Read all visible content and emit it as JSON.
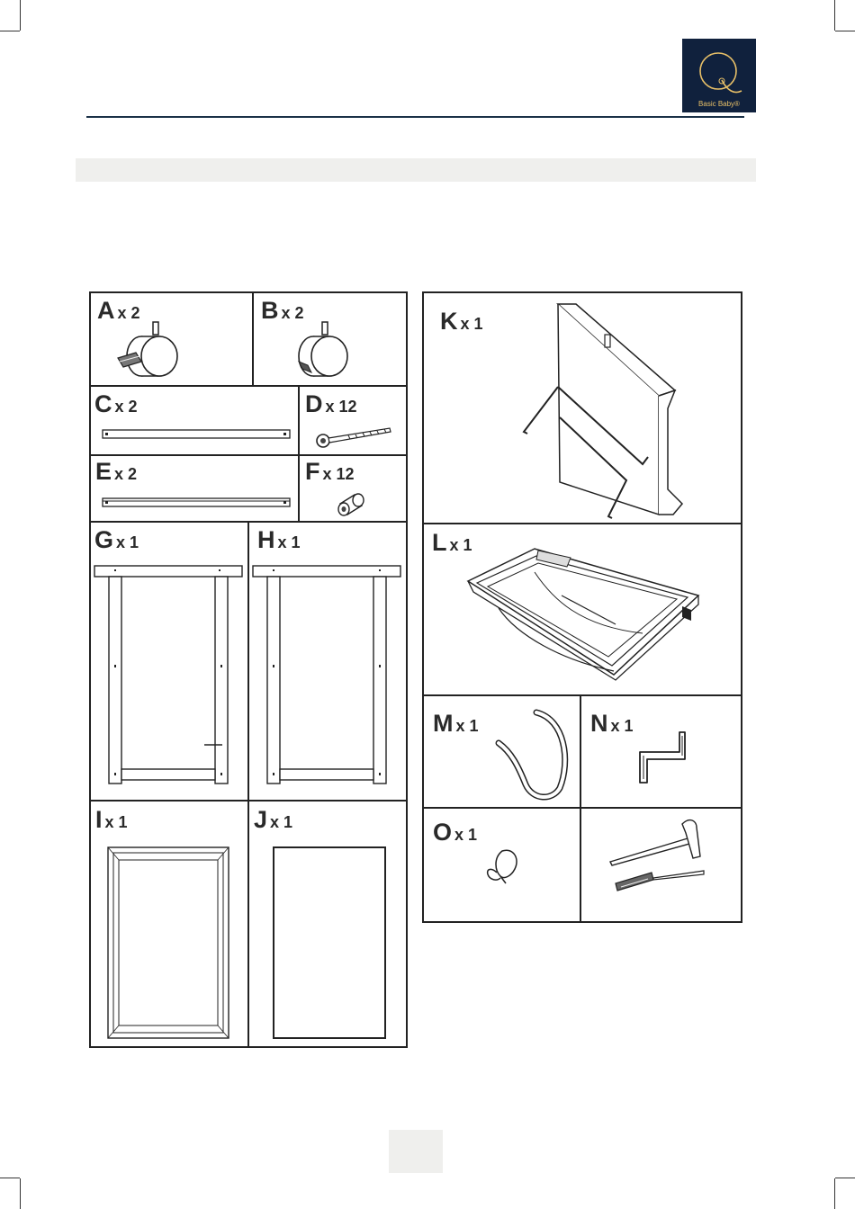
{
  "header": {
    "logo_letter": "Q",
    "logo_brand": "Basic Baby®"
  },
  "parts": [
    {
      "letter": "A",
      "qty": "x 2"
    },
    {
      "letter": "B",
      "qty": "x 2"
    },
    {
      "letter": "C",
      "qty": "x 2"
    },
    {
      "letter": "D",
      "qty": "x 12"
    },
    {
      "letter": "E",
      "qty": "x 2"
    },
    {
      "letter": "F",
      "qty": "x 12"
    },
    {
      "letter": "G",
      "qty": "x 1"
    },
    {
      "letter": "H",
      "qty": "x 1"
    },
    {
      "letter": "I",
      "qty": "x 1"
    },
    {
      "letter": "J",
      "qty": "x 1"
    },
    {
      "letter": "K",
      "qty": "x 1"
    },
    {
      "letter": "L",
      "qty": "x 1"
    },
    {
      "letter": "M",
      "qty": "x 1"
    },
    {
      "letter": "N",
      "qty": "x 1"
    },
    {
      "letter": "O",
      "qty": "x 1"
    }
  ],
  "icons": {
    "castor_a": "castor-wheel-brake-icon",
    "castor_b": "castor-wheel-icon",
    "rail": "rail-bar-icon",
    "bolt": "bolt-icon",
    "nut": "barrel-nut-icon",
    "side_panel": "side-panel-icon",
    "board": "board-icon",
    "tub_holder": "tub-holder-icon",
    "bath_tub": "bath-tub-icon",
    "hose": "drain-hose-icon",
    "allen_key": "allen-key-icon",
    "plug": "drain-plug-icon",
    "tools": "hammer-screwdriver-icon"
  }
}
